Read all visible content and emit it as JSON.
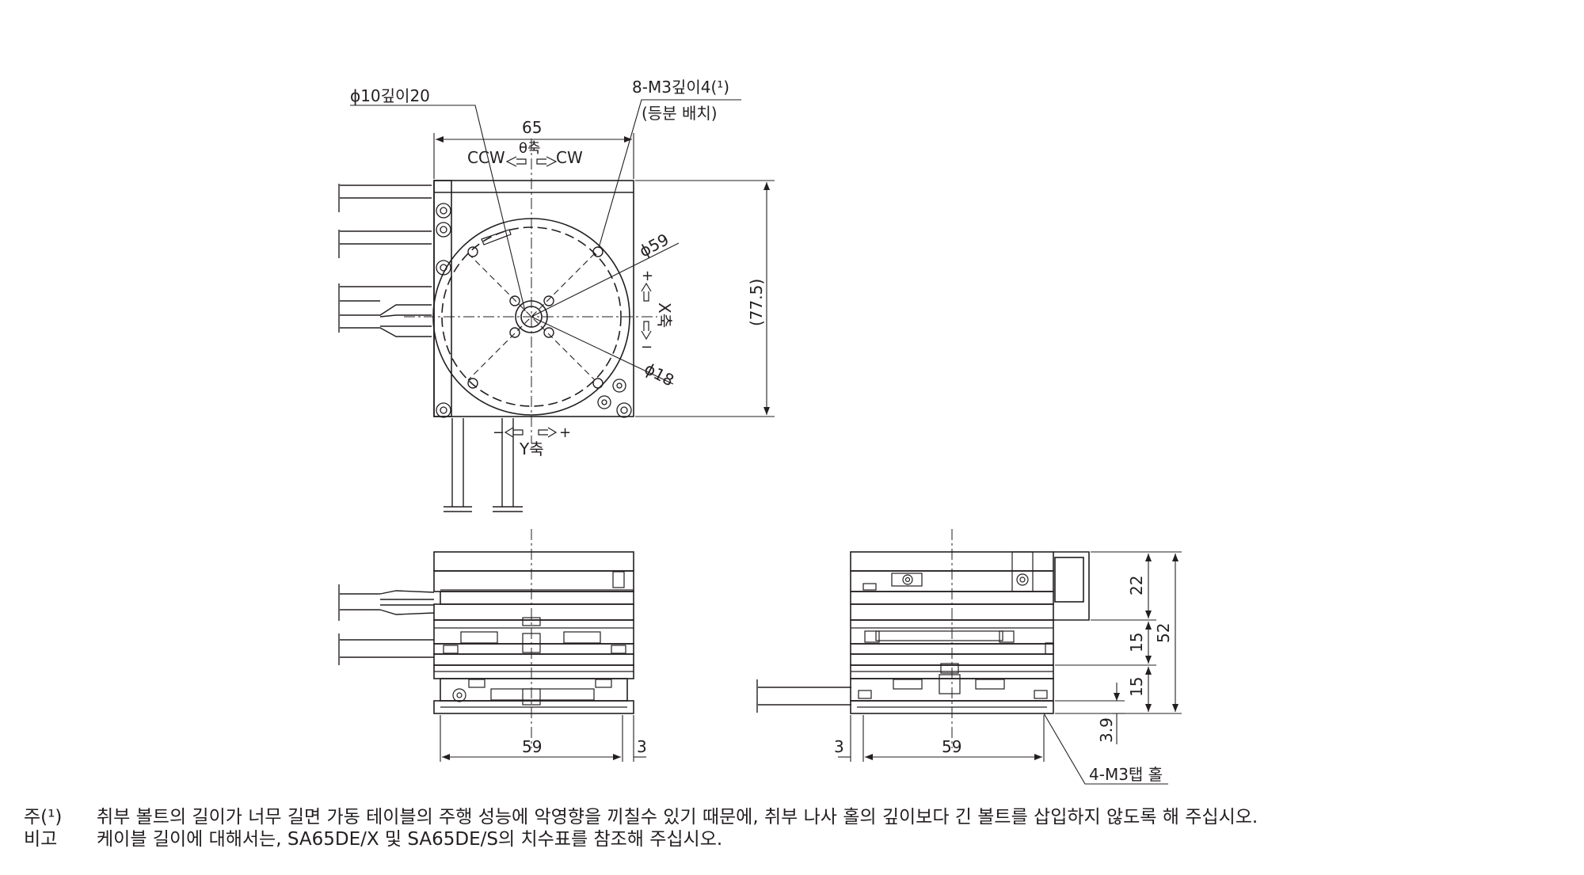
{
  "top_view": {
    "hole_label": "ϕ10깊이20",
    "tap_label": "8-M3깊이4(¹)",
    "tap_sub": "(등분 배치)",
    "width": "65",
    "ccw": "CCW",
    "theta_axis": "θ축",
    "cw": "CW",
    "height": "(77.5)",
    "dia_59": "ϕ59",
    "dia_18": "ϕ18",
    "x_axis": "X축",
    "y_axis": "Y축",
    "plus": "+",
    "minus": "−"
  },
  "front_view": {
    "width": "59",
    "offset": "3"
  },
  "side_view": {
    "offset": "3",
    "width": "59",
    "h22": "22",
    "h15a": "15",
    "h15b": "15",
    "h52": "52",
    "h39": "3.9",
    "tap_label": "4-M3탭 홀"
  },
  "notes": [
    {
      "mark": "주(¹)",
      "text": "취부 볼트의 길이가 너무 길면 가동 테이블의 주행 성능에 악영향을 끼칠수 있기 때문에, 취부 나사 홀의 깊이보다 긴 볼트를 삽입하지 않도록 해 주십시오."
    },
    {
      "mark": "비고",
      "text": "케이블 길이에 대해서는, SA65DE/X 및 SA65DE/S의 치수표를 참조해 주십시오."
    }
  ]
}
